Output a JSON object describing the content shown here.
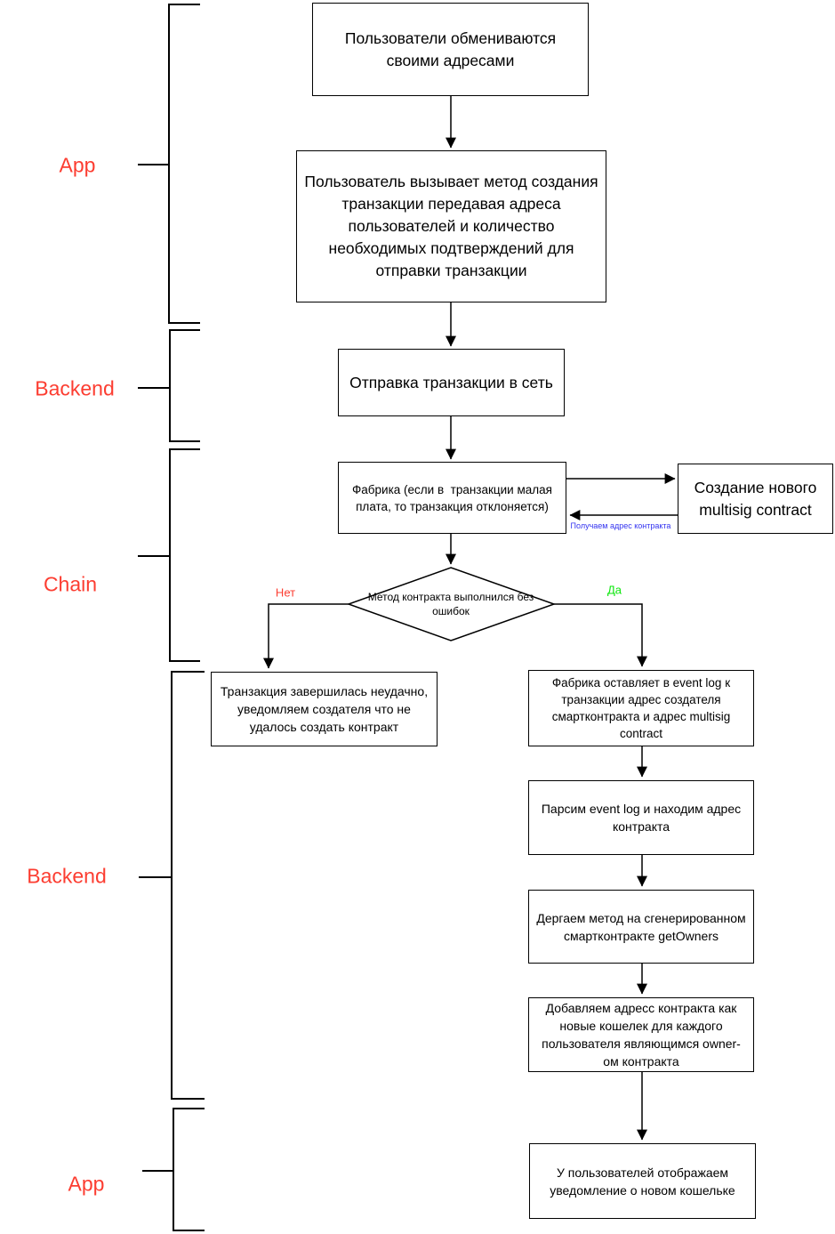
{
  "lanes": [
    {
      "label": "App"
    },
    {
      "label": "Backend"
    },
    {
      "label": "Chain"
    },
    {
      "label": "Backend"
    },
    {
      "label": "App"
    }
  ],
  "nodes": {
    "exchange_addresses": "Пользователи обмениваются своими адресами",
    "call_create_tx": "Пользователь вызывает метод создания транзакции передавая адреса пользователей и количество необходимых подтверждений для отправки транзакции",
    "send_tx": "Отправка транзакции в сеть",
    "factory": "Фабрика (если в  транзакции малая плата, то транзакция отклоняется)",
    "create_multisig": "Создание нового multisig contract",
    "decision": "Метод контракта выполнился без ошибок",
    "tx_failed": "Транзакция завершилась неудачно, уведомляем создателя что не удалось создать контракт",
    "factory_event_log": "Фабрика оставляет в event log к транзакции адрес создателя смартконтракта и адрес multisig contract",
    "parse_event_log": "Парсим event log и находим адрес контракта",
    "call_get_owners": "Дергаем метод на сгенерированном смартконтракте getOwners",
    "add_wallet": "Добавляем адресс контракта как новые кошелек для каждого пользователя являющимся owner-ом контракта",
    "show_notification": "У пользователей отображаем уведомление о новом кошельке"
  },
  "edge_labels": {
    "no": "Нет",
    "yes": "Да",
    "get_contract_address": "Получаем адрес контракта"
  },
  "colors": {
    "lane_label": "#fc3d31",
    "no_label": "#fc3d31",
    "yes_label": "#0ae60a",
    "blue_edge_label": "#3333f0",
    "line": "#000000",
    "node_fill": "#ffffff",
    "node_border": "#000000"
  }
}
